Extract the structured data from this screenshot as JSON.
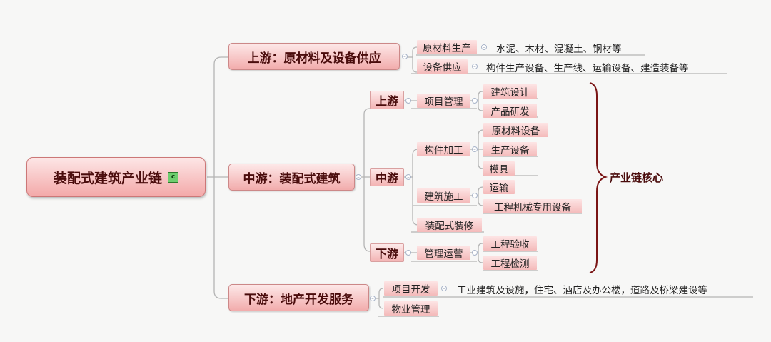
{
  "root": {
    "label": "装配式建筑产业链",
    "marker": "c"
  },
  "upstream": {
    "label": "上游：原材料及设备供应",
    "items": [
      {
        "label": "原材料生产",
        "detail": "水泥、木材、混凝土、钢材等"
      },
      {
        "label": "设备供应",
        "detail": "构件生产设备、生产线、运输设备、建造装备等"
      }
    ]
  },
  "midstream": {
    "label": "中游：装配式建筑",
    "up": {
      "label": "上游",
      "topic": "项目管理",
      "children": [
        "建筑设计",
        "产品研发"
      ]
    },
    "mid": {
      "label": "中游",
      "topics": [
        {
          "label": "构件加工",
          "children": [
            "原材料设备",
            "生产设备",
            "模具"
          ]
        },
        {
          "label": "建筑施工",
          "children": [
            "运输",
            "工程机械专用设备"
          ]
        },
        {
          "label": "装配式装修"
        }
      ]
    },
    "down": {
      "label": "下游",
      "topic": "管理运营",
      "children": [
        "工程验收",
        "工程检测"
      ]
    },
    "core_label": "产业链核心"
  },
  "downstream": {
    "label": "下游：地产开发服务",
    "items": [
      {
        "label": "项目开发",
        "detail": "工业建筑及设施，住宅、酒店及办公楼，道路及桥梁建设等"
      },
      {
        "label": "物业管理"
      }
    ]
  },
  "colors": {
    "connector": "#b4b4b4",
    "brace": "#7a1515",
    "node_fill": "#f3aaaa",
    "text_dark": "#4a0c0c"
  }
}
